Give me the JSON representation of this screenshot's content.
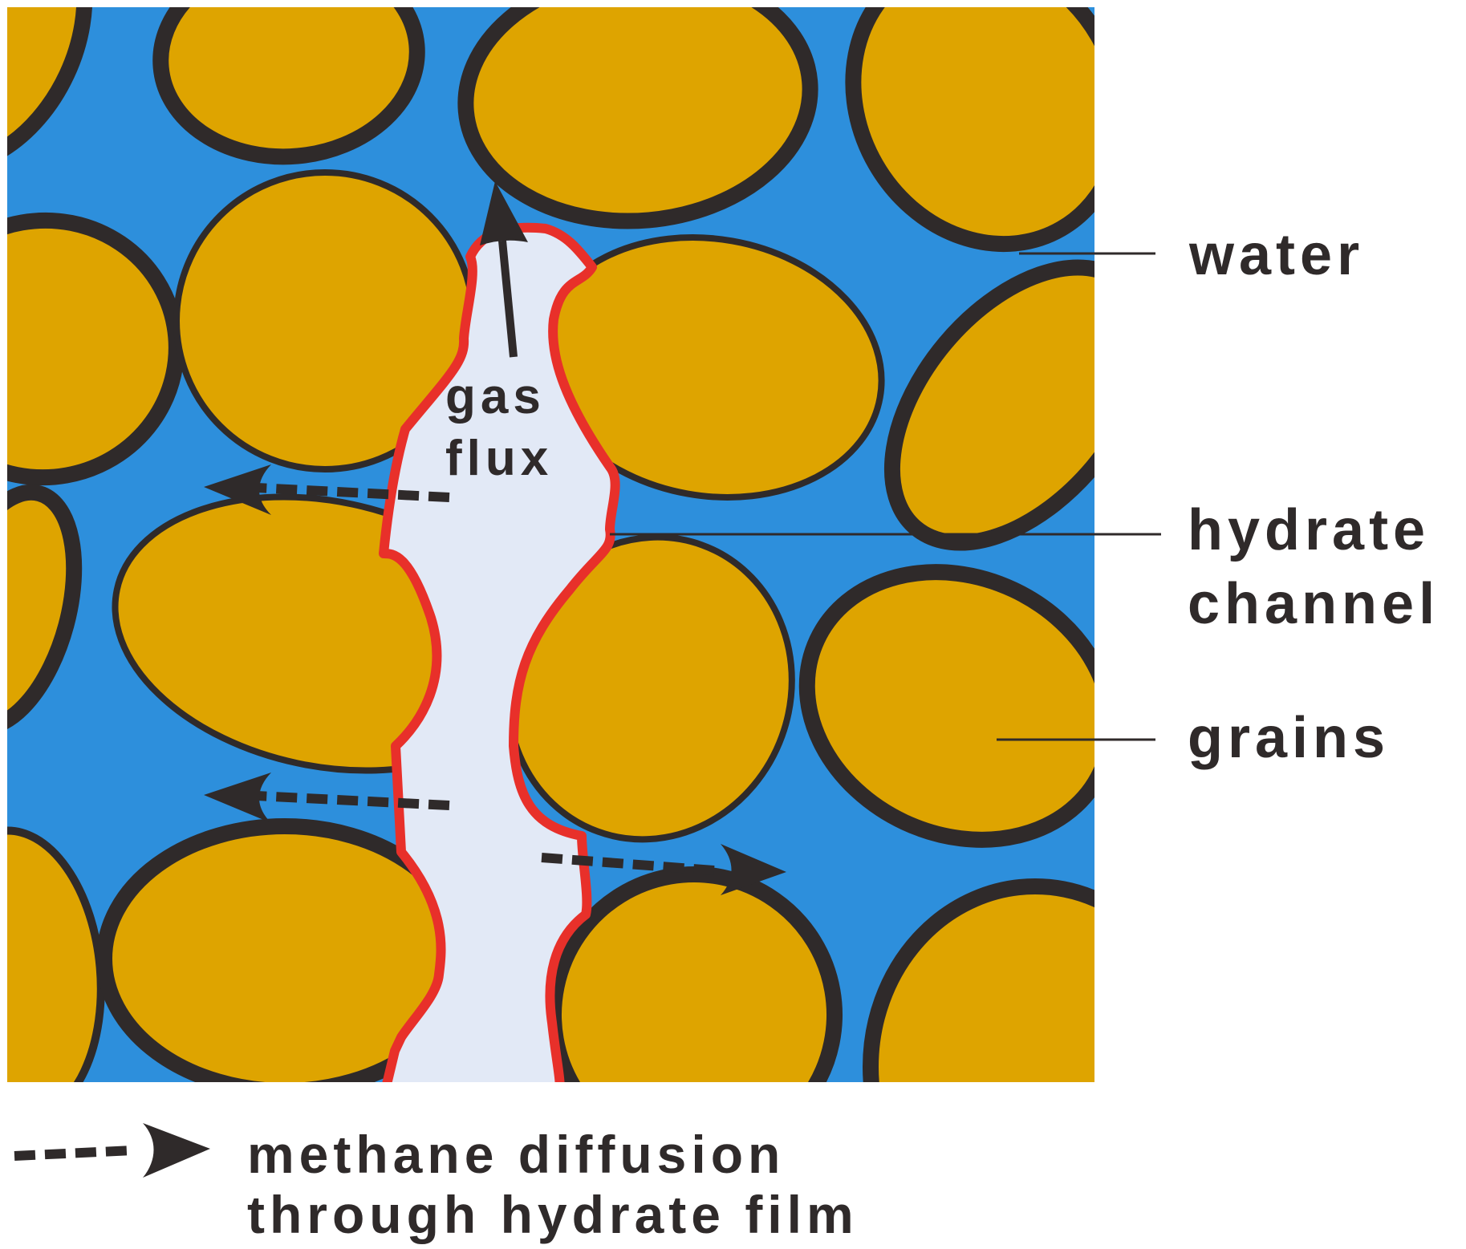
{
  "labels": {
    "gas_flux_line1": "gas",
    "gas_flux_line2": "flux",
    "water": "water",
    "hydrate_channel_line1": "hydrate",
    "hydrate_channel_line2": "channel",
    "grains": "grains"
  },
  "legend": {
    "line1": "methane diffusion",
    "line2": "through hydrate film"
  },
  "colors": {
    "water": "#2d8fdc",
    "grain": "#dea400",
    "grain_outline": "#2f2a2a",
    "channel_fill": "#e2e9f6",
    "channel_outline": "#e8302a",
    "text": "#2f2a2a"
  }
}
